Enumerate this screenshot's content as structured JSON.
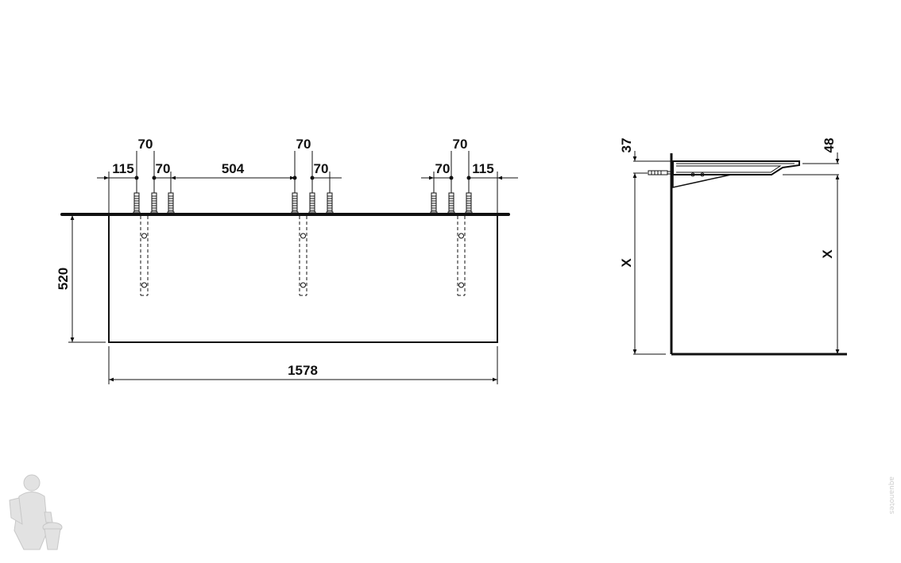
{
  "colors": {
    "ink": "#111111",
    "watermark": "#d0d0d0"
  },
  "front_view": {
    "dims": {
      "width_total": "1578",
      "height_left": "520",
      "left_edge_offset": "115",
      "right_edge_offset": "115",
      "center_gap": "504",
      "left_group_top": "70",
      "left_group_pitch": "70",
      "mid_group_top": "70",
      "mid_group_pitch": "70",
      "right_group_top": "70",
      "right_group_pitch": "70"
    }
  },
  "side_view": {
    "dims": {
      "left_top": "37",
      "right_top": "48",
      "left_height": "X",
      "right_height": "X"
    }
  },
  "watermark": {
    "text": "aquanotes",
    "icon": "plumber-mascot-icon"
  }
}
